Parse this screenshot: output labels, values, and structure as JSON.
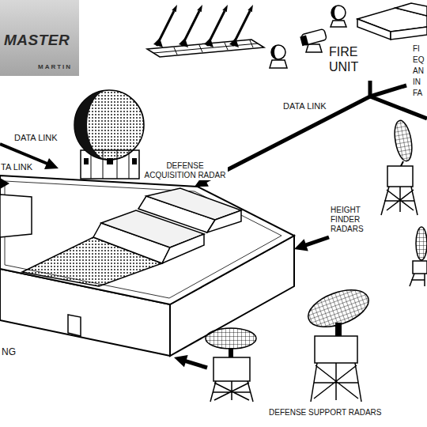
{
  "diagram": {
    "nodes": [
      {
        "text": [
          "MASTER",
          "MARTIN"
        ]
      },
      {
        "text": [
          "FIRE UNIT"
        ]
      },
      {
        "text": [
          "DEFENSE ACQUISITION RADAR"
        ]
      },
      {
        "text": [
          "NG"
        ]
      },
      {
        "text": [
          "HEIGHT FINDER RADARS"
        ]
      },
      {
        "text": [
          "DEFENSE SUPPORT RADARS"
        ]
      }
    ],
    "edges": [
      {
        "from": 1,
        "to": 3,
        "arrow": "to",
        "label": "DATA LINK"
      },
      {
        "from": 4,
        "to": 3,
        "arrow": "to"
      },
      {
        "from": 5,
        "to": 3,
        "arrow": "to"
      }
    ],
    "labels": [
      "DATA LINK",
      "TA LINK",
      "FI",
      "EQ",
      "AN",
      "IN",
      "FA"
    ]
  }
}
